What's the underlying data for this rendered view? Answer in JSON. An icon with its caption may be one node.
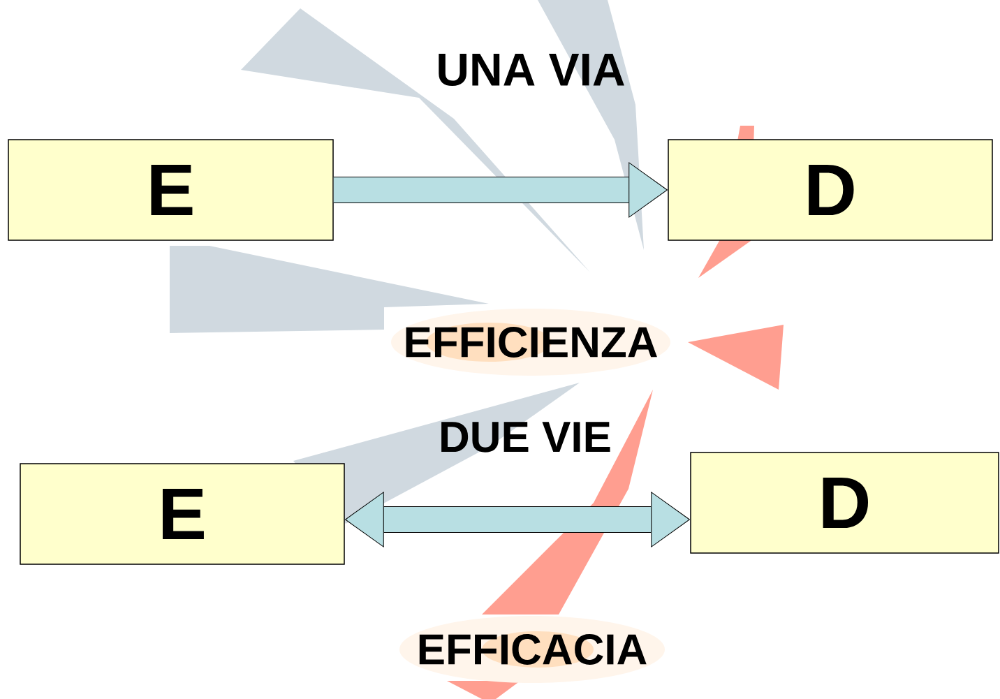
{
  "diagram": {
    "nodes": [
      {
        "text": [
          "E"
        ]
      },
      {
        "text": [
          "D"
        ]
      },
      {
        "text": [
          "E"
        ]
      },
      {
        "text": [
          "D"
        ]
      }
    ],
    "edges": [
      {
        "from": 0,
        "to": 1,
        "arrow": "to"
      },
      {
        "from": 2,
        "to": 3,
        "arrow": "both"
      }
    ],
    "labels": [
      "UNA VIA",
      "EFFICIENZA",
      "DUE VIE",
      "EFFICACIA"
    ]
  }
}
